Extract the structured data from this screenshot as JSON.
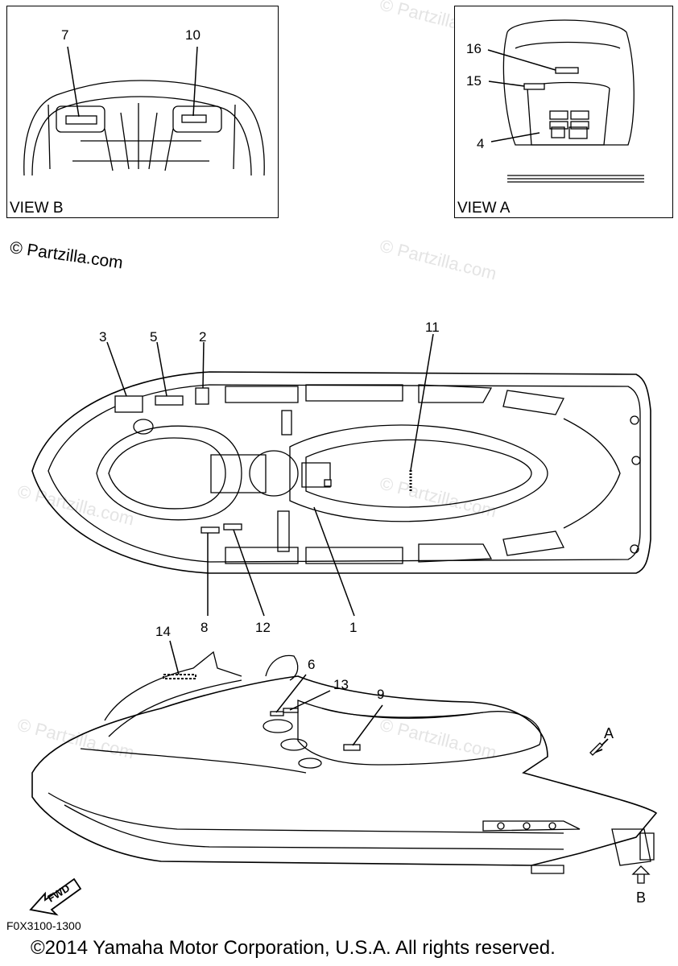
{
  "watermark": {
    "text": "© Partzilla.com"
  },
  "view_b": {
    "label": "VIEW B",
    "callouts": [
      "7",
      "10"
    ]
  },
  "view_a": {
    "label": "VIEW A",
    "callouts": [
      "16",
      "15",
      "4"
    ]
  },
  "top_view": {
    "callouts": [
      "3",
      "5",
      "2",
      "11",
      "8",
      "12",
      "1"
    ]
  },
  "side_view": {
    "callouts": [
      "14",
      "6",
      "13",
      "9"
    ],
    "view_arrows": [
      "A",
      "B"
    ],
    "fwd_label": "FWD"
  },
  "figure_code": "F0X3100-1300",
  "footer": "©2014  Yamaha Motor Corporation, U.S.A. All rights reserved."
}
